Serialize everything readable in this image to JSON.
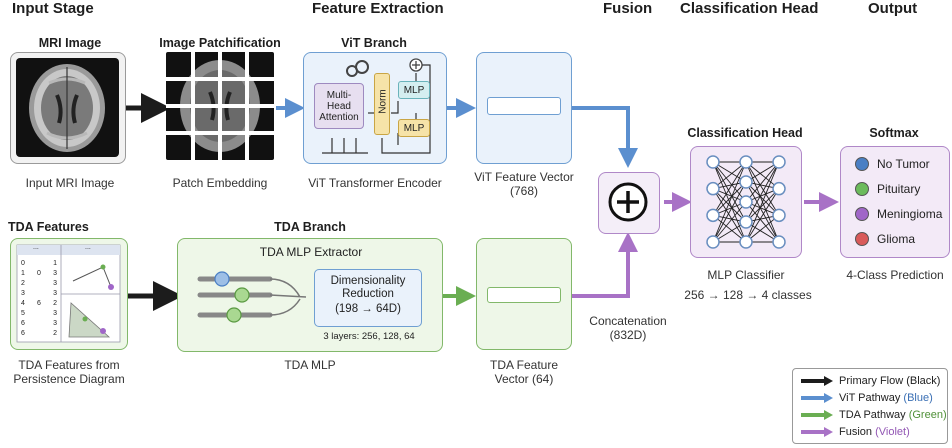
{
  "stages": {
    "input": "Input Stage",
    "feature": "Feature Extraction",
    "fusion": "Fusion",
    "classification": "Classification Head",
    "output": "Output"
  },
  "mri": {
    "title": "MRI Image",
    "caption": "Input MRI Image"
  },
  "patch": {
    "title": "Image Patchification",
    "caption": "Patch Embedding"
  },
  "vit": {
    "title": "ViT Branch",
    "mha": "Multi-Head Attention",
    "norm": "Norm",
    "mlp_top": "MLP",
    "mlp_bottom": "MLP",
    "caption": "ViT Transformer Encoder",
    "vector_caption": "ViT Feature Vector (768)"
  },
  "tda": {
    "title": "TDA Features",
    "caption": "TDA Features from Persistence Diagram",
    "branch_title": "TDA Branch",
    "extractor": "TDA MLP Extractor",
    "dimred_title": "Dimensionality Reduction",
    "dimred_sub": "(198 → 64D)",
    "layers": "3 layers: 256, 128, 64",
    "branch_caption": "TDA MLP",
    "vector_caption": "TDA Feature Vector (64)",
    "table_header": [
      "...",
      "..."
    ],
    "table_rows": [
      [
        "0",
        "1"
      ],
      [
        "1",
        "0",
        "3"
      ],
      [
        "2",
        "3"
      ],
      [
        "3",
        "3"
      ],
      [
        "4",
        "6",
        "2"
      ],
      [
        "5",
        "3"
      ],
      [
        "6",
        "3"
      ],
      [
        "6",
        "2"
      ]
    ]
  },
  "fusion": {
    "symbol": "+",
    "caption": "Concatenation (832D)"
  },
  "head": {
    "title": "Classification Head",
    "caption": "MLP Classifier",
    "dims": "256 → 128 → 4 classes"
  },
  "softmax": {
    "title": "Softmax",
    "classes": [
      {
        "label": "No Tumor",
        "color": "#4a7fc4"
      },
      {
        "label": "Pituitary",
        "color": "#6cbb5c"
      },
      {
        "label": "Meningioma",
        "color": "#a066c8"
      },
      {
        "label": "Glioma",
        "color": "#d95a5a"
      }
    ],
    "caption": "4-Class Prediction"
  },
  "legend": [
    {
      "label": "Primary Flow",
      "paren": "(Black)",
      "color": "#1c1c1c"
    },
    {
      "label": "ViT Pathway",
      "paren": "(Blue)",
      "color": "#5b8fcf"
    },
    {
      "label": "TDA Pathway",
      "paren": "(Green)",
      "color": "#6aae52"
    },
    {
      "label": "Fusion",
      "paren": "(Violet)",
      "color": "#a872c6"
    }
  ]
}
